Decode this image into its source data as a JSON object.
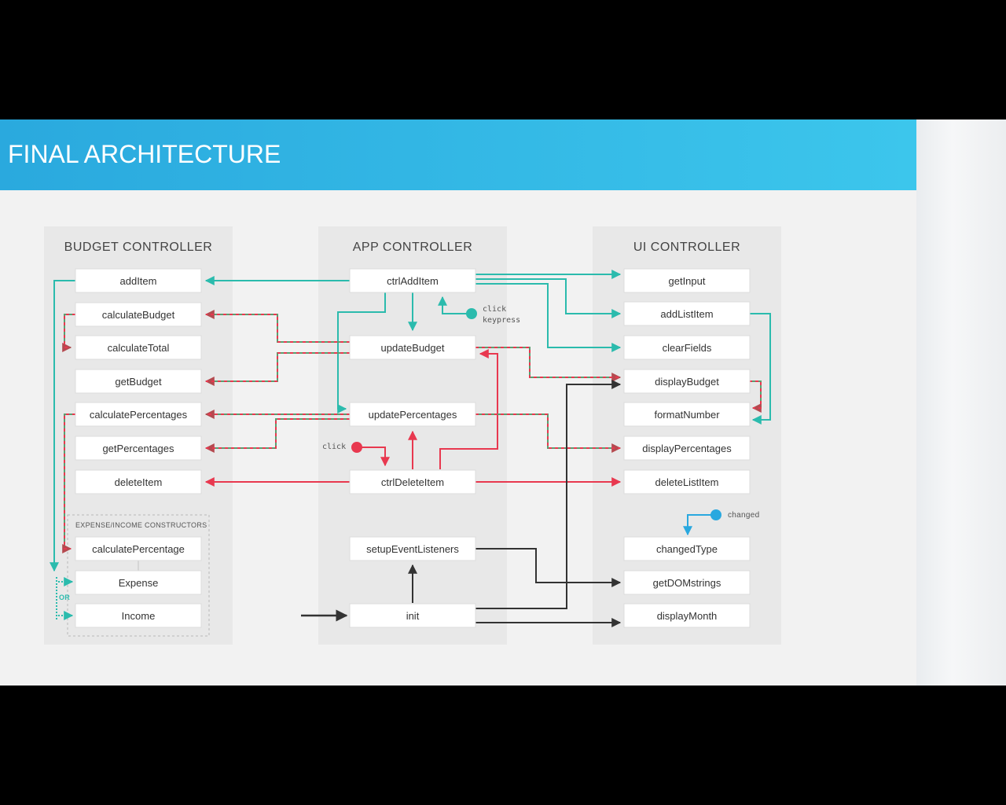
{
  "title": "FINAL ARCHITECTURE",
  "colors": {
    "banner": "#33b8e6",
    "flow_add": "#2bbbad",
    "flow_delete": "#e8384f",
    "flow_budget_a": "#e8384f",
    "flow_budget_b": "#5a9e6f",
    "flow_init": "#333333",
    "change_event": "#29a8df"
  },
  "columns": [
    {
      "id": "budget",
      "title": "BUDGET CONTROLLER"
    },
    {
      "id": "app",
      "title": "APP CONTROLLER"
    },
    {
      "id": "ui",
      "title": "UI CONTROLLER"
    }
  ],
  "budget_methods": [
    "addItem",
    "calculateBudget",
    "calculateTotal",
    "getBudget",
    "calculatePercentages",
    "getPercentages",
    "deleteItem"
  ],
  "constructors": {
    "title": "EXPENSE/INCOME CONSTRUCTORS",
    "items": [
      "calculatePercentage",
      "Expense",
      "Income"
    ],
    "or_label": "OR"
  },
  "app_methods": [
    "ctrlAddItem",
    "updateBudget",
    "updatePercentages",
    "ctrlDeleteItem",
    "setupEventListeners",
    "init"
  ],
  "ui_methods": [
    "getInput",
    "addListItem",
    "clearFields",
    "displayBudget",
    "formatNumber",
    "displayPercentages",
    "deleteListItem",
    "changedType",
    "getDOMstrings",
    "displayMonth"
  ],
  "events": {
    "add_click": "click",
    "add_keypress": "keypress",
    "delete_click": "click",
    "changed": "changed"
  }
}
